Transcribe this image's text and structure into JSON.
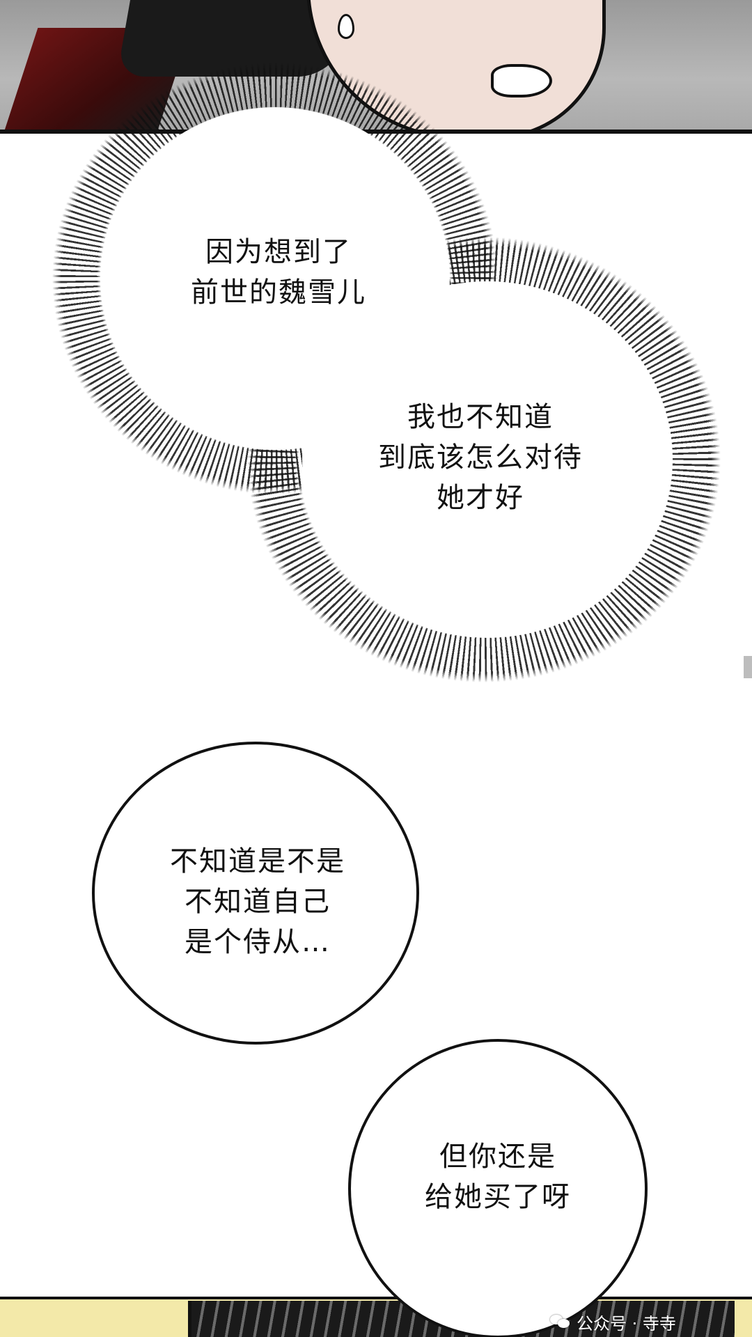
{
  "bubbles": {
    "thought_1": "因为想到了\n前世的魏雪儿",
    "thought_2": "我也不知道\n到底该怎么对待\n她才好",
    "speech_1": "不知道是不是\n不知道自己\n是个侍从…",
    "speech_2": "但你还是\n给她买了呀"
  },
  "watermark": {
    "icon": "wechat-icon",
    "label": "公众号 · 寺寺"
  },
  "colors": {
    "ink": "#111111",
    "paper": "#ffffff",
    "coat_red": "#6d1414",
    "skin": "#f1dfd7",
    "bottom_panel": "#f3e9a9"
  }
}
